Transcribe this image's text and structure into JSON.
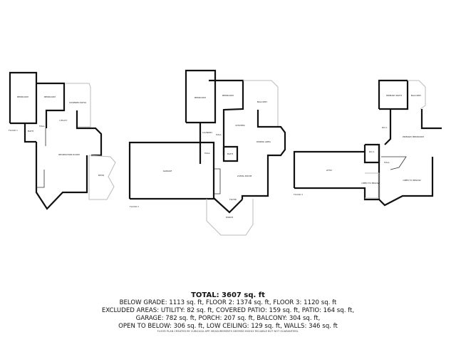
{
  "floors": [
    {
      "label": "FLOOR 1",
      "rooms": [
        "BEDROOM",
        "BEDROOM",
        "COVERED PATIO",
        "UTILITY",
        "BATH",
        "HALL",
        "RECREATION ROOM",
        "PATIO"
      ]
    },
    {
      "label": "FLOOR 2",
      "rooms": [
        "BEDROOM",
        "BEDROOM",
        "BALCONY",
        "LAUNDRY",
        "HALL",
        "KITCHEN",
        "DINING AREA",
        "GARAGE",
        "HALL",
        "BATH",
        "LIVING ROOM",
        "FOYER",
        "PORCH"
      ]
    },
    {
      "label": "FLOOR 3",
      "rooms": [
        "PRIMARY BATH",
        "BALCONY",
        "W.I.C.",
        "PRIMARY BEDROOM",
        "W.I.C.",
        "ATTIC",
        "HALL",
        "OPEN TO BELOW",
        "OPEN TO BELOW"
      ]
    }
  ],
  "summary": {
    "total": "TOTAL: 3607 sq. ft",
    "lines": [
      "BELOW GRADE: 1113 sq. ft, FLOOR 2: 1374 sq. ft, FLOOR 3: 1120 sq. ft",
      "EXCLUDED AREAS: UTILITY: 82 sq. ft, COVERED PATIO: 159 sq. ft, PATIO: 164 sq. ft,",
      "GARAGE: 782 sq. ft, PORCH: 207 sq. ft, BALCONY: 304 sq. ft,",
      "OPEN TO BELOW: 306 sq. ft, LOW CEILING: 129 sq. ft, WALLS: 346 sq. ft"
    ],
    "footer": "FLOOR PLAN CREATED BY CUBICASA APP. MEASUREMENTS DEEMED HIGHLY RELIABLE BUT NOT GUARANTEED."
  }
}
